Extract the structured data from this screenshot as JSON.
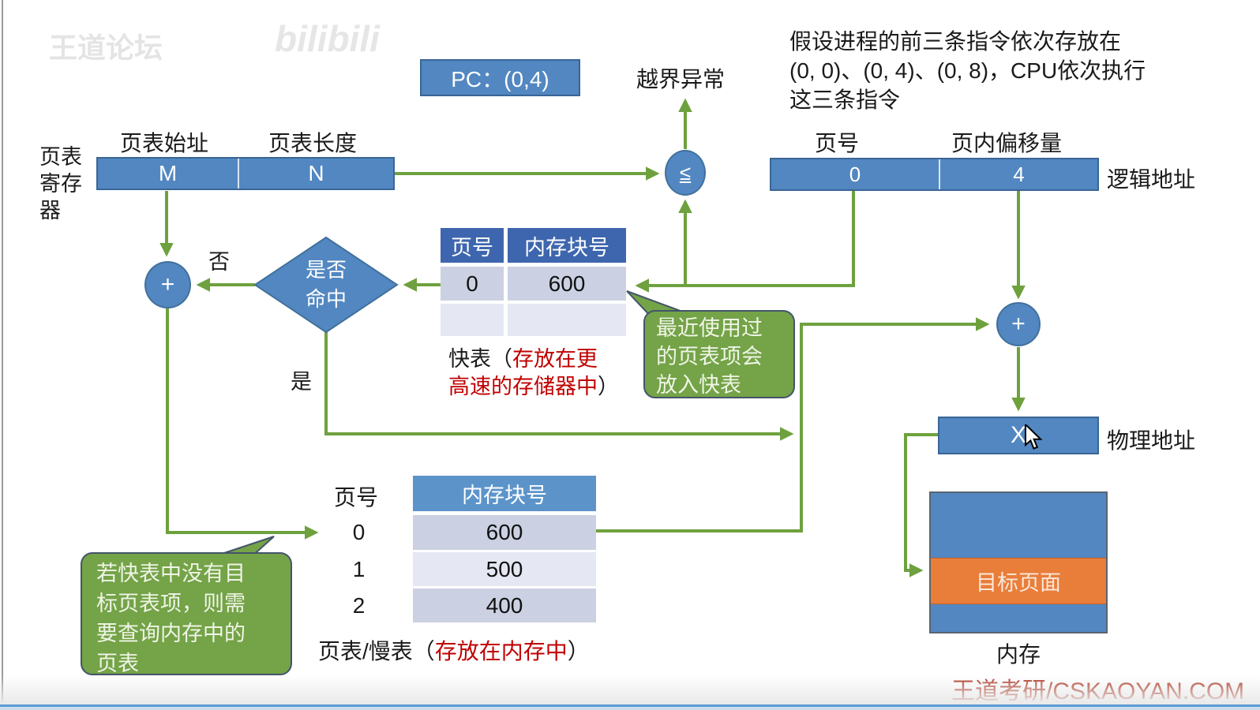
{
  "watermark": {
    "text1": "王道论坛",
    "text2": "bilibili"
  },
  "pc_label": "PC：(0,4)",
  "exception_label": "越界异常",
  "note": {
    "lines": [
      "假设进程的前三条指令依次存放在",
      "(0, 0)、(0, 4)、(0, 8)，CPU依次执行",
      "这三条指令"
    ]
  },
  "ptr_register": {
    "label": "页表寄存器",
    "start_label": "页表始址",
    "length_label": "页表长度",
    "start_value": "M",
    "length_value": "N"
  },
  "logical_address": {
    "label": "逻辑地址",
    "page_label": "页号",
    "offset_label": "页内偏移量",
    "page_value": "0",
    "offset_value": "4"
  },
  "compare_symbol": "≤",
  "plus_symbol_left": "+",
  "plus_symbol_right": "+",
  "decision": {
    "line1": "是否",
    "line2": "命中",
    "no_label": "否",
    "yes_label": "是"
  },
  "tlb": {
    "headers": [
      "页号",
      "内存块号"
    ],
    "rows": [
      {
        "page": "0",
        "block": "600"
      },
      {
        "page": "",
        "block": ""
      }
    ],
    "caption": {
      "black_prefix": "快表（",
      "red_line1": "存放在更",
      "red_line2": "高速的存储器中",
      "black_suffix": "）"
    }
  },
  "bubble_tlb": {
    "lines": [
      "最近使用过",
      "的页表项会",
      "放入快表"
    ]
  },
  "bubble_miss": {
    "lines": [
      "若快表中没有目",
      "标页表项，则需",
      "要查询内存中的",
      "页表"
    ]
  },
  "page_table": {
    "page_col_label": "页号",
    "block_header": "内存块号",
    "rows": [
      {
        "page": "0",
        "block": "600"
      },
      {
        "page": "1",
        "block": "500"
      },
      {
        "page": "2",
        "block": "400"
      }
    ],
    "caption": {
      "black_prefix": "页表/慢表（",
      "red": "存放在内存中",
      "black_suffix": "）"
    }
  },
  "physical_address": {
    "value": "X",
    "label": "物理地址"
  },
  "memory": {
    "target_label": "目标页面",
    "label": "内存"
  },
  "brand": "王道考研/CSKAOYAN.COM",
  "colors": {
    "box_blue": "#5287C1",
    "tlb_header_blue": "#3E66AE",
    "table_header_blue": "#5C94CA",
    "row_dark": "#CBD1E2",
    "row_light": "#E5E8F2",
    "arrow_green": "#6EA13E",
    "bubble_green": "#74A348",
    "target_orange": "#E97D3A",
    "note_red": "#C00000",
    "brand_red": "#B2402E"
  }
}
